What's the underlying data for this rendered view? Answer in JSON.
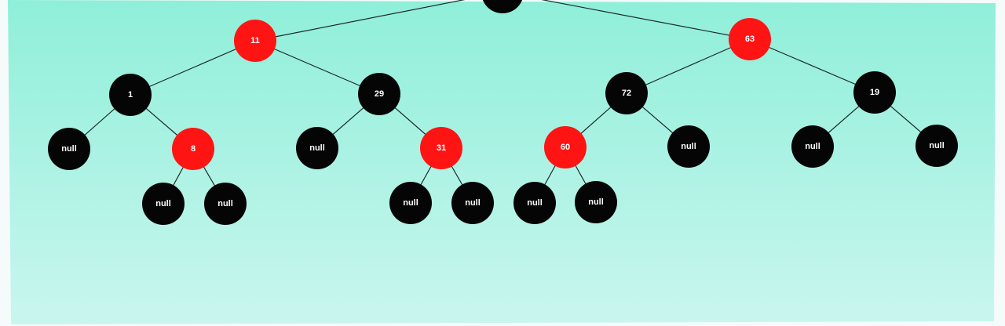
{
  "tree": {
    "colors": {
      "red": "#ff1414",
      "black": "#050505",
      "label": "#ffffff",
      "background_top": "#8fefd9",
      "background_bottom": "#c9f6ef"
    },
    "nodes": [
      {
        "id": "root",
        "label": "",
        "color": "black"
      },
      {
        "id": "n11",
        "label": "11",
        "color": "red"
      },
      {
        "id": "n63",
        "label": "63",
        "color": "red"
      },
      {
        "id": "n1",
        "label": "1",
        "color": "black"
      },
      {
        "id": "n29",
        "label": "29",
        "color": "black"
      },
      {
        "id": "n72",
        "label": "72",
        "color": "black"
      },
      {
        "id": "n19",
        "label": "19",
        "color": "black"
      },
      {
        "id": "null1",
        "label": "null",
        "color": "black"
      },
      {
        "id": "n8",
        "label": "8",
        "color": "red"
      },
      {
        "id": "null2",
        "label": "null",
        "color": "black"
      },
      {
        "id": "n31",
        "label": "31",
        "color": "red"
      },
      {
        "id": "n60",
        "label": "60",
        "color": "red"
      },
      {
        "id": "null3",
        "label": "null",
        "color": "black"
      },
      {
        "id": "null4",
        "label": "null",
        "color": "black"
      },
      {
        "id": "null5",
        "label": "null",
        "color": "black"
      },
      {
        "id": "null6",
        "label": "null",
        "color": "black"
      },
      {
        "id": "null7",
        "label": "null",
        "color": "black"
      },
      {
        "id": "null8",
        "label": "null",
        "color": "black"
      },
      {
        "id": "null9",
        "label": "null",
        "color": "black"
      },
      {
        "id": "null10",
        "label": "null",
        "color": "black"
      },
      {
        "id": "null11",
        "label": "null",
        "color": "black"
      }
    ],
    "edges": [
      [
        "root",
        "n11"
      ],
      [
        "root",
        "n63"
      ],
      [
        "n11",
        "n1"
      ],
      [
        "n11",
        "n29"
      ],
      [
        "n63",
        "n72"
      ],
      [
        "n63",
        "n19"
      ],
      [
        "n1",
        "null1"
      ],
      [
        "n1",
        "n8"
      ],
      [
        "n29",
        "null2"
      ],
      [
        "n29",
        "n31"
      ],
      [
        "n72",
        "n60"
      ],
      [
        "n72",
        "null3"
      ],
      [
        "n19",
        "null4"
      ],
      [
        "n19",
        "null5"
      ],
      [
        "n8",
        "null6"
      ],
      [
        "n8",
        "null7"
      ],
      [
        "n31",
        "null8"
      ],
      [
        "n31",
        "null9"
      ],
      [
        "n60",
        "null10"
      ],
      [
        "n60",
        "null11"
      ]
    ]
  }
}
